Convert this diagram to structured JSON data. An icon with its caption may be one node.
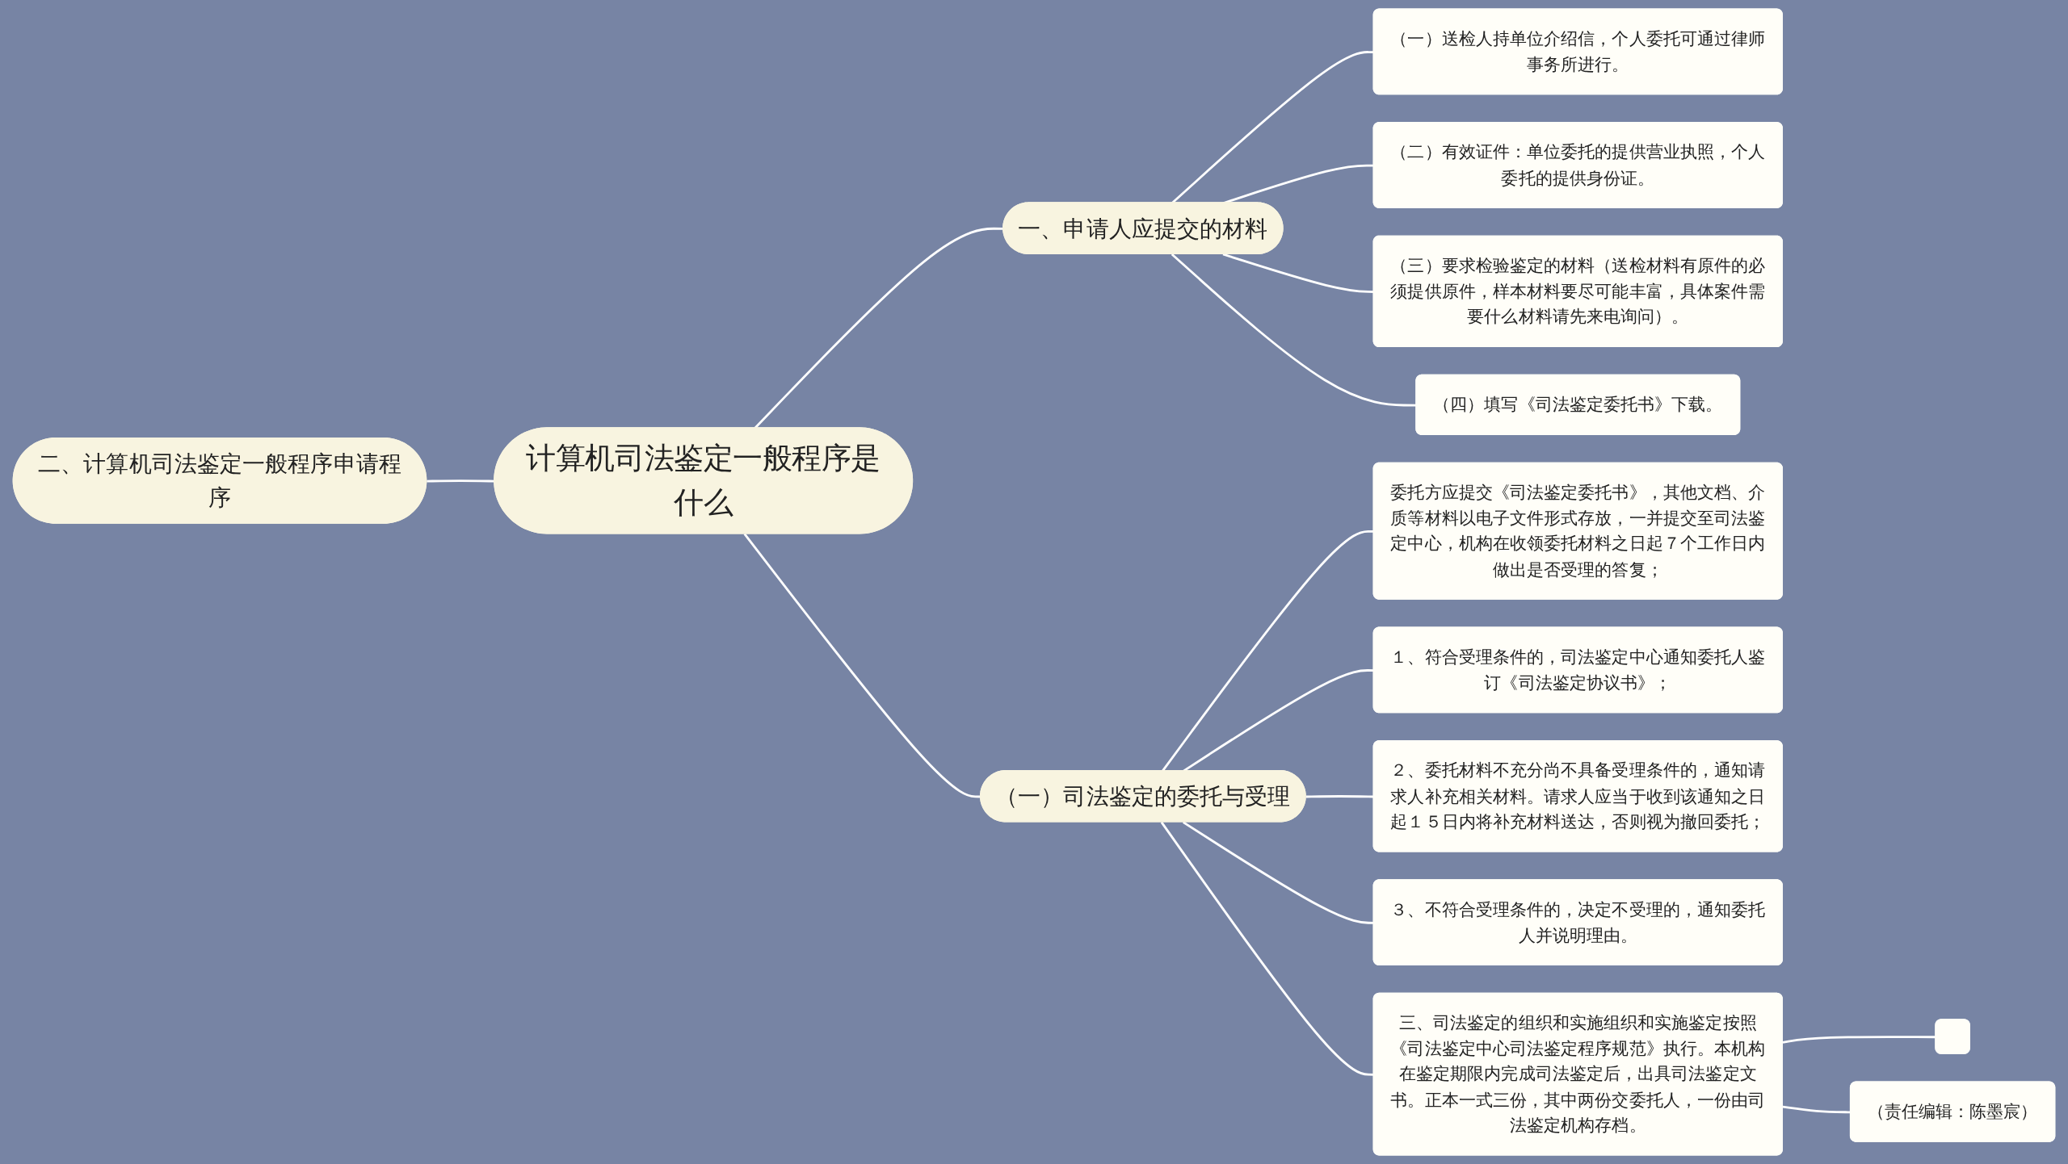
{
  "diagram": {
    "nodes": [
      {
        "text": [
          "计算机司法鉴定一般程序是什么"
        ]
      },
      {
        "text": [
          "一、申请人应提交的材料"
        ]
      },
      {
        "text": [
          "（一）送检人持单位介绍信，个人委托可通过律师事务所进行。"
        ]
      },
      {
        "text": [
          "（二）有效证件：单位委托的提供营业执照，个人委托的提供身份证。"
        ]
      },
      {
        "text": [
          "（三）要求检验鉴定的材料（送检材料有原件的必须提供原件，样本材料要尽可能丰富，具体案件需要什么材料请先来电询问）。"
        ]
      },
      {
        "text": [
          "（四）填写《司法鉴定委托书》下载。"
        ]
      },
      {
        "text": [
          "二、计算机司法鉴定一般程序申请程序"
        ]
      },
      {
        "text": [
          "（一）司法鉴定的委托与受理"
        ]
      },
      {
        "text": [
          "委托方应提交《司法鉴定委托书》，其他文档、介质等材料以电子文件形式存放，一并提交至司法鉴定中心，机构在收领委托材料之日起７个工作日内做出是否受理的答复；"
        ]
      },
      {
        "text": [
          "１、符合受理条件的，司法鉴定中心通知委托人鉴订《司法鉴定协议书》；"
        ]
      },
      {
        "text": [
          "２、委托材料不充分尚不具备受理条件的，通知请求人补充相关材料。请求人应当于收到该通知之日起１５日内将补充材料送达，否则视为撤回委托；"
        ]
      },
      {
        "text": [
          "３、不符合受理条件的，决定不受理的，通知委托人并说明理由。"
        ]
      },
      {
        "text": [
          "三、司法鉴定的组织和实施组织和实施鉴定按照《司法鉴定中心司法鉴定程序规范》执行。本机构在鉴定期限内完成司法鉴定后，出具司法鉴定文书。正本一式三份，其中两份交委托人，一份由司法鉴定机构存档。"
        ]
      },
      {
        "text": [],
        "shape": "box"
      },
      {
        "text": [
          "（责任编辑：陈墨宸）"
        ]
      }
    ],
    "edges": [
      {
        "from": 0,
        "to": 1,
        "arrow": "none"
      },
      {
        "from": 1,
        "to": 2,
        "arrow": "none"
      },
      {
        "from": 1,
        "to": 3,
        "arrow": "none"
      },
      {
        "from": 1,
        "to": 4,
        "arrow": "none"
      },
      {
        "from": 1,
        "to": 5,
        "arrow": "none"
      },
      {
        "from": 6,
        "to": 0,
        "arrow": "none"
      },
      {
        "from": 0,
        "to": 7,
        "arrow": "none"
      },
      {
        "from": 7,
        "to": 8,
        "arrow": "none"
      },
      {
        "from": 7,
        "to": 9,
        "arrow": "none"
      },
      {
        "from": 7,
        "to": 10,
        "arrow": "none"
      },
      {
        "from": 7,
        "to": 11,
        "arrow": "none"
      },
      {
        "from": 7,
        "to": 12,
        "arrow": "none"
      },
      {
        "from": 12,
        "to": 13,
        "arrow": "none"
      },
      {
        "from": 12,
        "to": 14,
        "arrow": "none"
      }
    ]
  }
}
